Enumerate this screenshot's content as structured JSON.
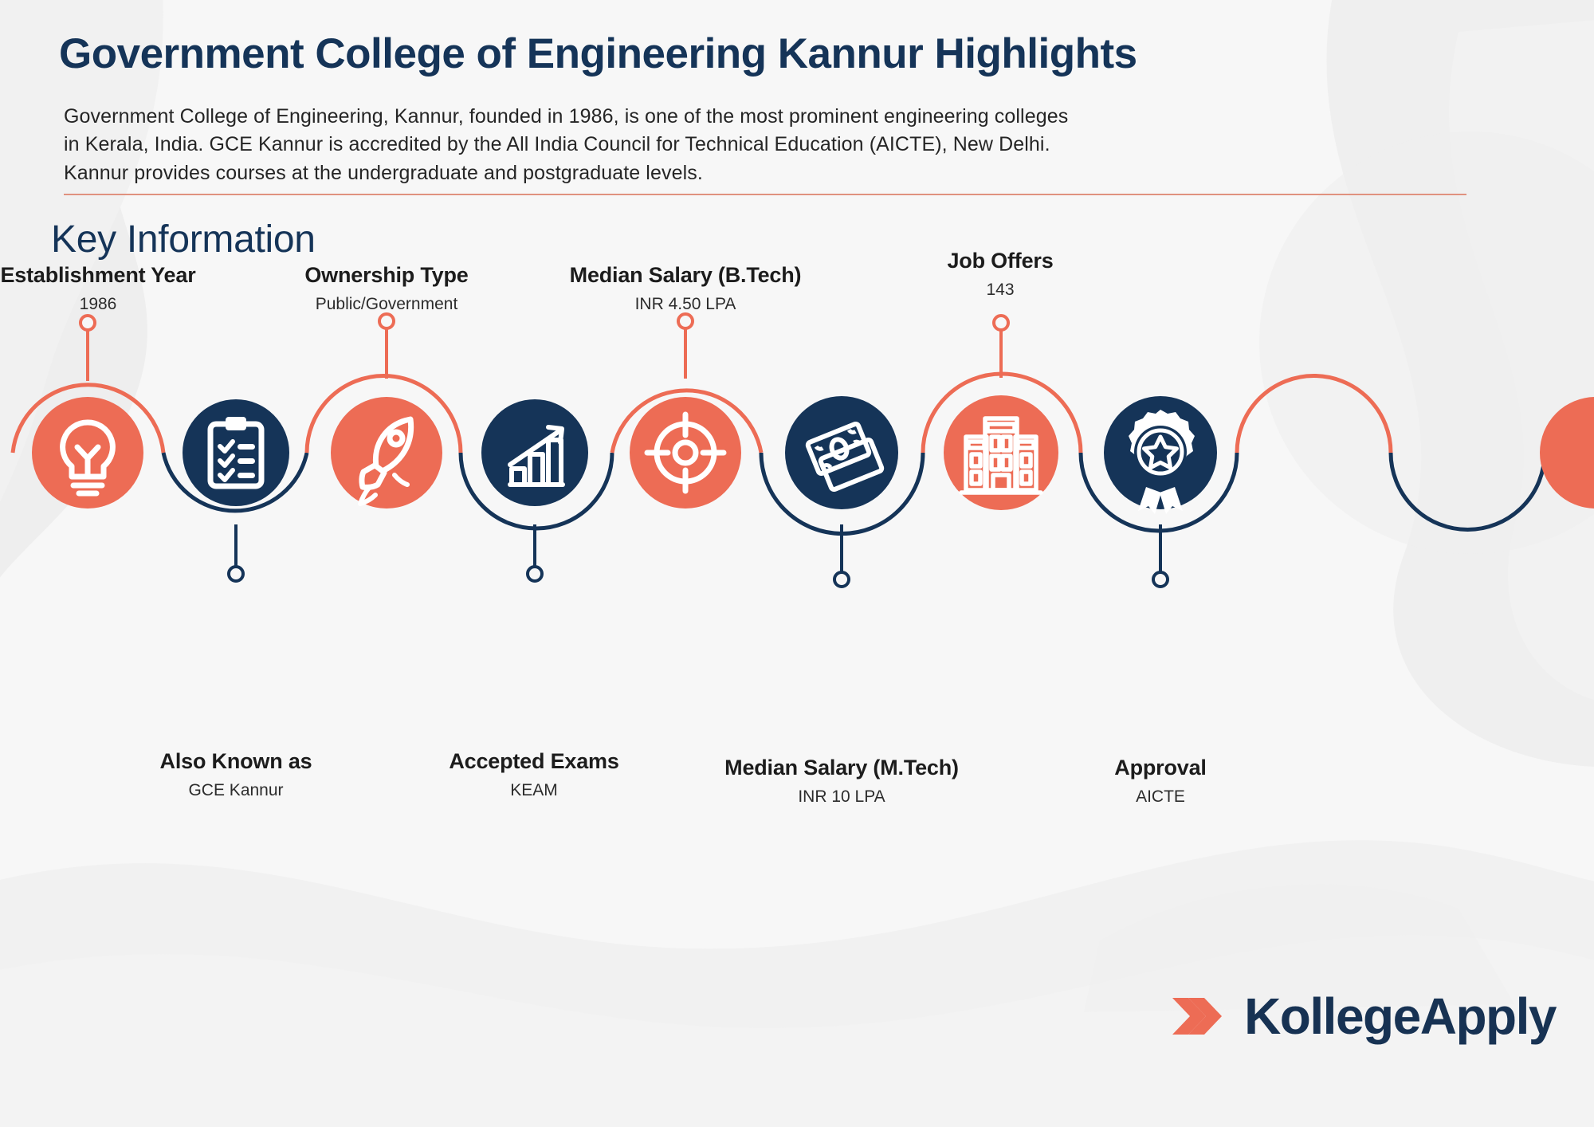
{
  "header": {
    "title": "Government College of Engineering Kannur Highlights",
    "intro_lines": [
      "Government College of Engineering, Kannur, founded in 1986, is one of the most prominent engineering colleges",
      "in Kerala, India. GCE Kannur is accredited by the All India Council for Technical Education (AICTE), New Delhi.",
      "Kannur provides courses at the undergraduate and postgraduate levels."
    ],
    "section_title": "Key Information"
  },
  "colors": {
    "orange": "#ED6C55",
    "navy": "#153458",
    "background": "#f7f7f7",
    "rule": "#e0927f",
    "text_dark": "#1c1c1c"
  },
  "timeline": {
    "items": [
      {
        "id": 1,
        "label": "Establishment Year",
        "value": "1986",
        "icon": "lightbulb-icon",
        "color": "orange",
        "position": "above"
      },
      {
        "id": 2,
        "label": "Also Known as",
        "value": "GCE Kannur",
        "icon": "clipboard-checklist-icon",
        "color": "navy",
        "position": "below"
      },
      {
        "id": 3,
        "label": "Ownership Type",
        "value": "Public/Government",
        "icon": "rocket-icon",
        "color": "orange",
        "position": "above"
      },
      {
        "id": 4,
        "label": "Accepted Exams",
        "value": "KEAM",
        "icon": "growth-chart-icon",
        "color": "navy",
        "position": "below"
      },
      {
        "id": 5,
        "label": "Median Salary (B.Tech)",
        "value": "INR 4.50 LPA",
        "icon": "target-icon",
        "color": "orange",
        "position": "above"
      },
      {
        "id": 6,
        "label": "Median Salary (M.Tech)",
        "value": "INR 10 LPA",
        "icon": "money-notes-icon",
        "color": "navy",
        "position": "below"
      },
      {
        "id": 7,
        "label": "Job Offers",
        "value": "143",
        "icon": "building-icon",
        "color": "orange",
        "position": "above"
      },
      {
        "id": 8,
        "label": "Approval",
        "value": "AICTE",
        "icon": "award-badge-icon",
        "color": "navy",
        "position": "below"
      }
    ]
  },
  "footer": {
    "brand_name": "KollegeApply",
    "brand_icon": "double-chevron-logo-icon"
  }
}
